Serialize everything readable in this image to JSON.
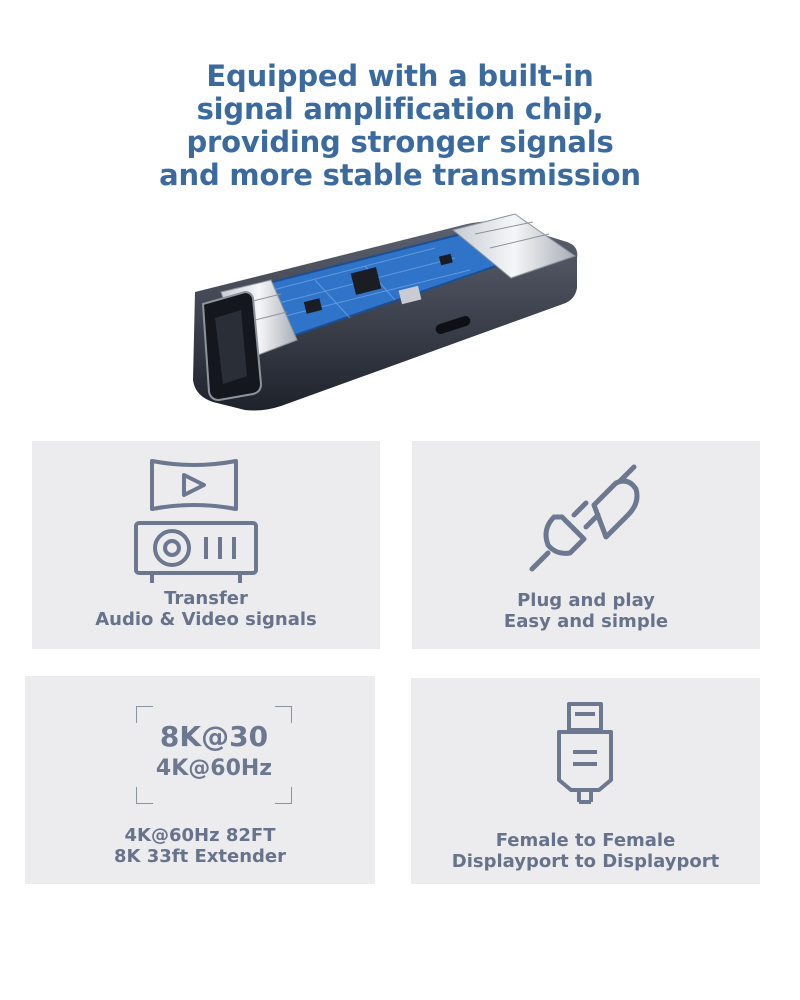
{
  "headline": {
    "lines": [
      "Equipped with a built-in",
      "signal amplification chip,",
      "providing stronger signals",
      "and more stable transmission"
    ]
  },
  "colors": {
    "headline": "#3a6a9e",
    "card_background": "#ececef",
    "icon": "#6b7890",
    "caption": "#67738a",
    "pcb": "#2f74c9"
  },
  "product": {
    "icon": "displayport-adapter-pcb-image"
  },
  "features": [
    {
      "icon": "projector-icon",
      "caption_lines": [
        "Transfer",
        "Audio & Video signals"
      ]
    },
    {
      "icon": "plug-icon",
      "caption_lines": [
        "Plug and play",
        "Easy and simple"
      ]
    },
    {
      "icon": "resolution-frame-icon",
      "resolution_main": "8K@30",
      "resolution_sub": "4K@60Hz",
      "caption_lines": [
        "4K@60Hz 82FT",
        "8K 33ft Extender"
      ]
    },
    {
      "icon": "displayport-connector-icon",
      "caption_lines": [
        "Female to Female",
        "Displayport to Displayport"
      ]
    }
  ]
}
